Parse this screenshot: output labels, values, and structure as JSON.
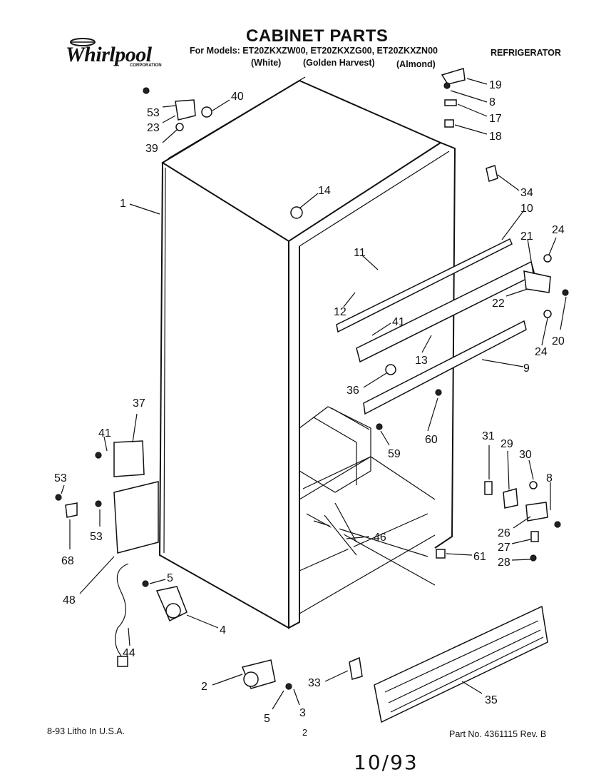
{
  "header": {
    "brand": "Whirlpool",
    "brand_sub": "CORPORATION",
    "title": "CABINET PARTS",
    "models_line": "For Models: ET20ZKXZW00, ET20ZKXZG00, ET20ZKXZN00",
    "variant_white": "(White)",
    "variant_golden": "(Golden Harvest)",
    "variant_almond": "(Almond)",
    "category": "REFRIGERATOR"
  },
  "footer": {
    "litho": "8-93 Litho In U.S.A.",
    "page_number": "2",
    "handwritten_date": "10/93",
    "part_number": "Part No. 4361115 Rev. B"
  },
  "callouts": [
    {
      "id": "c53a",
      "label": "53"
    },
    {
      "id": "c23",
      "label": "23"
    },
    {
      "id": "c39",
      "label": "39"
    },
    {
      "id": "c40",
      "label": "40"
    },
    {
      "id": "c19",
      "label": "19"
    },
    {
      "id": "c8a",
      "label": "8"
    },
    {
      "id": "c17",
      "label": "17"
    },
    {
      "id": "c18",
      "label": "18"
    },
    {
      "id": "c34",
      "label": "34"
    },
    {
      "id": "c14",
      "label": "14"
    },
    {
      "id": "c1",
      "label": "1"
    },
    {
      "id": "c10",
      "label": "10"
    },
    {
      "id": "c24a",
      "label": "24"
    },
    {
      "id": "c21",
      "label": "21"
    },
    {
      "id": "c11",
      "label": "11"
    },
    {
      "id": "c12",
      "label": "12"
    },
    {
      "id": "c22",
      "label": "22"
    },
    {
      "id": "c41a",
      "label": "41"
    },
    {
      "id": "c20",
      "label": "20"
    },
    {
      "id": "c24b",
      "label": "24"
    },
    {
      "id": "c13",
      "label": "13"
    },
    {
      "id": "c9",
      "label": "9"
    },
    {
      "id": "c36",
      "label": "36"
    },
    {
      "id": "c37",
      "label": "37"
    },
    {
      "id": "c60",
      "label": "60"
    },
    {
      "id": "c59",
      "label": "59"
    },
    {
      "id": "c41b",
      "label": "41"
    },
    {
      "id": "c31",
      "label": "31"
    },
    {
      "id": "c29",
      "label": "29"
    },
    {
      "id": "c30",
      "label": "30"
    },
    {
      "id": "c8b",
      "label": "8"
    },
    {
      "id": "c53b",
      "label": "53"
    },
    {
      "id": "c53c",
      "label": "53"
    },
    {
      "id": "c68",
      "label": "68"
    },
    {
      "id": "c46",
      "label": "46"
    },
    {
      "id": "c26",
      "label": "26"
    },
    {
      "id": "c27",
      "label": "27"
    },
    {
      "id": "c28",
      "label": "28"
    },
    {
      "id": "c61",
      "label": "61"
    },
    {
      "id": "c48",
      "label": "48"
    },
    {
      "id": "c5a",
      "label": "5"
    },
    {
      "id": "c4",
      "label": "4"
    },
    {
      "id": "c44",
      "label": "44"
    },
    {
      "id": "c33",
      "label": "33"
    },
    {
      "id": "c2",
      "label": "2"
    },
    {
      "id": "c35",
      "label": "35"
    },
    {
      "id": "c5b",
      "label": "5"
    },
    {
      "id": "c3",
      "label": "3"
    }
  ]
}
